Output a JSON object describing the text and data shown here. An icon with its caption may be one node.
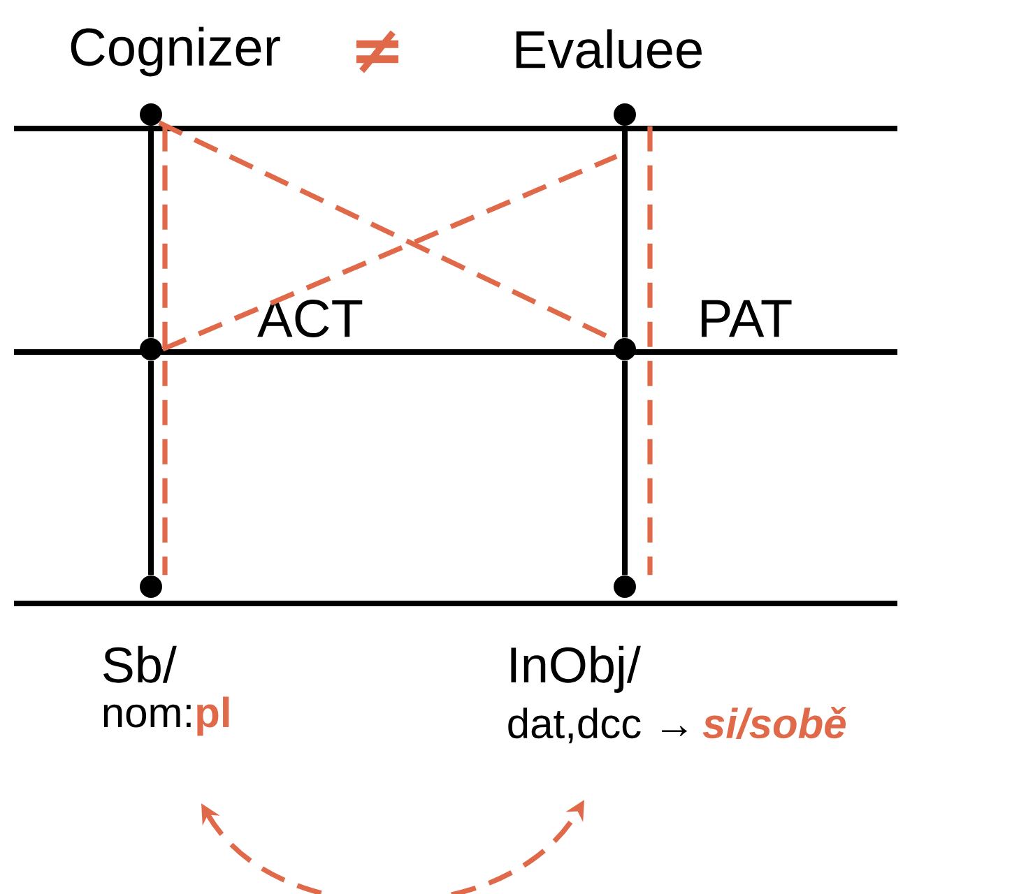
{
  "diagram": {
    "nodes": [
      {
        "text": [
          "Cognizer"
        ]
      },
      {
        "text": [
          "Evaluee"
        ]
      },
      {
        "text": [],
        "shape": "circle"
      },
      {
        "text": [],
        "shape": "circle"
      },
      {
        "text": [
          "ACT"
        ]
      },
      {
        "text": [],
        "shape": "circle"
      },
      {
        "text": [],
        "shape": "circle"
      },
      {
        "text": [
          "PAT"
        ]
      },
      {
        "text": [],
        "shape": "circle"
      },
      {
        "text": [],
        "shape": "circle"
      },
      {
        "text": [
          "Sb/",
          "nom:",
          "pl"
        ]
      },
      {
        "text": [
          "InObj/",
          "dat,dcc →",
          "si/sobě"
        ]
      }
    ],
    "edges": [
      {
        "from": 2,
        "to": 5,
        "arrow": "none",
        "color": "#000000"
      },
      {
        "from": 5,
        "to": 8,
        "arrow": "none",
        "color": "#000000"
      },
      {
        "from": 3,
        "to": 6,
        "arrow": "none",
        "color": "#000000"
      },
      {
        "from": 6,
        "to": 9,
        "arrow": "none",
        "color": "#000000"
      },
      {
        "from": 2,
        "to": 6,
        "arrow": "none",
        "style": "dashed",
        "color": "#e0694a"
      },
      {
        "from": 5,
        "to": 3,
        "arrow": "none",
        "style": "dashed",
        "color": "#e0694a"
      },
      {
        "from": 2,
        "to": 8,
        "arrow": "none",
        "style": "dashed",
        "color": "#e0694a"
      },
      {
        "from": 3,
        "to": 9,
        "arrow": "none",
        "style": "dashed",
        "color": "#e0694a"
      },
      {
        "from": 10,
        "to": 11,
        "arrow": "both",
        "style": "dashed",
        "color": "#e0694a"
      }
    ],
    "labels": [
      "≠"
    ]
  }
}
